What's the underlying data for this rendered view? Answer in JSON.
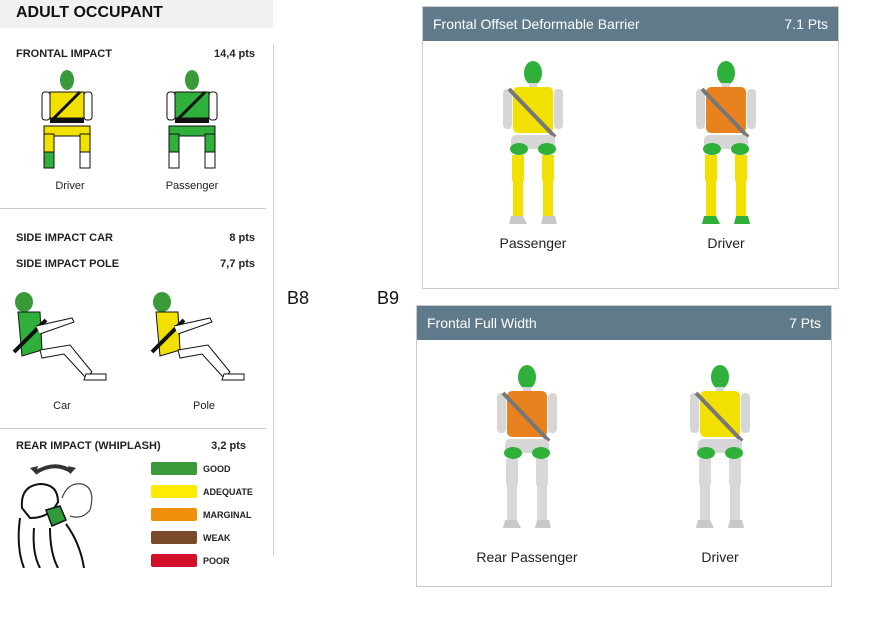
{
  "header": {
    "title": "ADULT OCCUPANT"
  },
  "frontal": {
    "title": "FRONTAL IMPACT",
    "points": "14,4 pts",
    "driver": "Driver",
    "passenger": "Passenger"
  },
  "side": {
    "car_title": "SIDE IMPACT CAR",
    "car_points": "8 pts",
    "pole_title": "SIDE IMPACT POLE",
    "pole_points": "7,7 pts",
    "car": "Car",
    "pole": "Pole"
  },
  "rear": {
    "title": "REAR IMPACT (WHIPLASH)",
    "points": "3,2 pts"
  },
  "legend": [
    {
      "label": "GOOD",
      "color": "#3a9a3a"
    },
    {
      "label": "ADEQUATE",
      "color": "#ffec00"
    },
    {
      "label": "MARGINAL",
      "color": "#f0900a"
    },
    {
      "label": "WEAK",
      "color": "#7a4a2a"
    },
    {
      "label": "POOR",
      "color": "#d2102a"
    }
  ],
  "markers": {
    "b8": "B8",
    "b9": "B9"
  },
  "cards": [
    {
      "title": "Frontal Offset Deformable Barrier",
      "points": "7.1 Pts",
      "dummies": [
        {
          "label": "Passenger",
          "colors": {
            "head": "#2fb03a",
            "chest": "#f2e000",
            "pelvis": "#2fb03a",
            "upper": "#f2e000",
            "lower": "#f2e000",
            "feet": "#c8c8c8"
          }
        },
        {
          "label": "Driver",
          "colors": {
            "head": "#2fb03a",
            "chest": "#e8821e",
            "pelvis": "#2fb03a",
            "upper": "#f2e000",
            "lower": "#f2e000",
            "feet": "#2fb03a"
          }
        }
      ]
    },
    {
      "title": "Frontal Full Width",
      "points": "7 Pts",
      "dummies": [
        {
          "label": "Rear Passenger",
          "colors": {
            "head": "#2fb03a",
            "chest": "#e8821e",
            "pelvis": "#2fb03a",
            "upper": "#d8d8d8",
            "lower": "#d8d8d8",
            "feet": "#c8c8c8"
          }
        },
        {
          "label": "Driver",
          "colors": {
            "head": "#2fb03a",
            "chest": "#f2e000",
            "pelvis": "#2fb03a",
            "upper": "#d8d8d8",
            "lower": "#d8d8d8",
            "feet": "#c8c8c8"
          }
        }
      ]
    }
  ]
}
